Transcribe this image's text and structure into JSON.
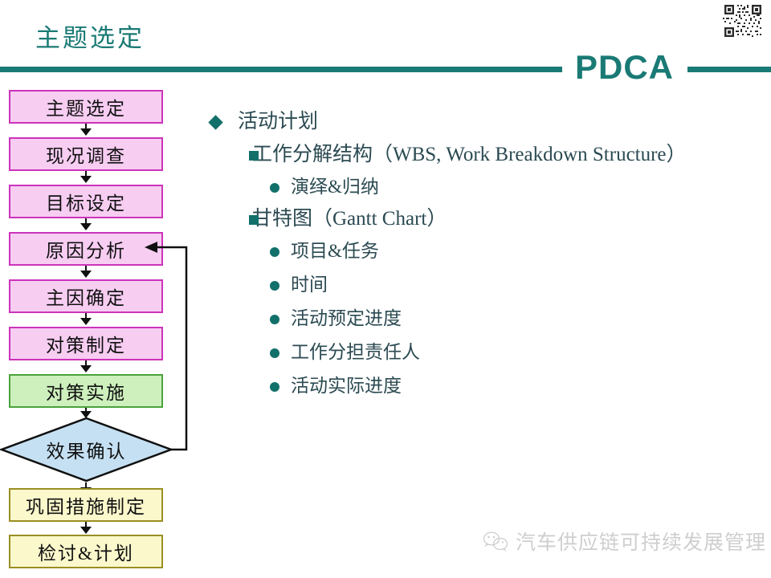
{
  "header": {
    "title": "主题选定",
    "pdca_label": "PDCA",
    "accent_color": "#1a7a75",
    "qr_icon": "qr-code-icon"
  },
  "flowchart": {
    "steps": [
      {
        "label": "主题选定",
        "shape": "rect",
        "fill": "#f7cdf2",
        "border": "#cc33bb"
      },
      {
        "label": "现况调查",
        "shape": "rect",
        "fill": "#f7cdf2",
        "border": "#cc33bb"
      },
      {
        "label": "目标设定",
        "shape": "rect",
        "fill": "#f7cdf2",
        "border": "#cc33bb"
      },
      {
        "label": "原因分析",
        "shape": "rect",
        "fill": "#f7cdf2",
        "border": "#cc33bb"
      },
      {
        "label": "主因确定",
        "shape": "rect",
        "fill": "#f7cdf2",
        "border": "#cc33bb"
      },
      {
        "label": "对策制定",
        "shape": "rect",
        "fill": "#f7cdf2",
        "border": "#cc33bb"
      },
      {
        "label": "对策实施",
        "shape": "rect",
        "fill": "#cdf0bd",
        "border": "#4aa33c"
      },
      {
        "label": "效果确认",
        "shape": "diamond",
        "fill": "#c5e0f2",
        "border": "#101010"
      },
      {
        "label": "巩固措施制定",
        "shape": "rect",
        "fill": "#fbf8cc",
        "border": "#9a8f23"
      },
      {
        "label": "检讨&计划",
        "shape": "rect",
        "fill": "#fbf8cc",
        "border": "#9a8f23"
      }
    ],
    "feedback_loop": {
      "from": "效果确认",
      "to": "原因分析"
    }
  },
  "content": {
    "bullets": [
      {
        "level": 1,
        "marker": "diamond-bullet",
        "text": "活动计划"
      },
      {
        "level": 2,
        "marker": "square-bullet",
        "text": "工作分解结构（WBS, Work Breakdown Structure）"
      },
      {
        "level": 3,
        "marker": "circle-bullet",
        "text": "演绎&归纳"
      },
      {
        "level": 2,
        "marker": "square-bullet",
        "text": "甘特图（Gantt Chart）"
      },
      {
        "level": 3,
        "marker": "circle-bullet",
        "text": "项目&任务"
      },
      {
        "level": 3,
        "marker": "circle-bullet",
        "text": "时间"
      },
      {
        "level": 3,
        "marker": "circle-bullet",
        "text": "活动预定进度"
      },
      {
        "level": 3,
        "marker": "circle-bullet",
        "text": "工作分担责任人"
      },
      {
        "level": 3,
        "marker": "circle-bullet",
        "text": "活动实际进度"
      }
    ]
  },
  "footer": {
    "wechat_icon": "wechat-icon",
    "account_name": "汽车供应链可持续发展管理"
  }
}
